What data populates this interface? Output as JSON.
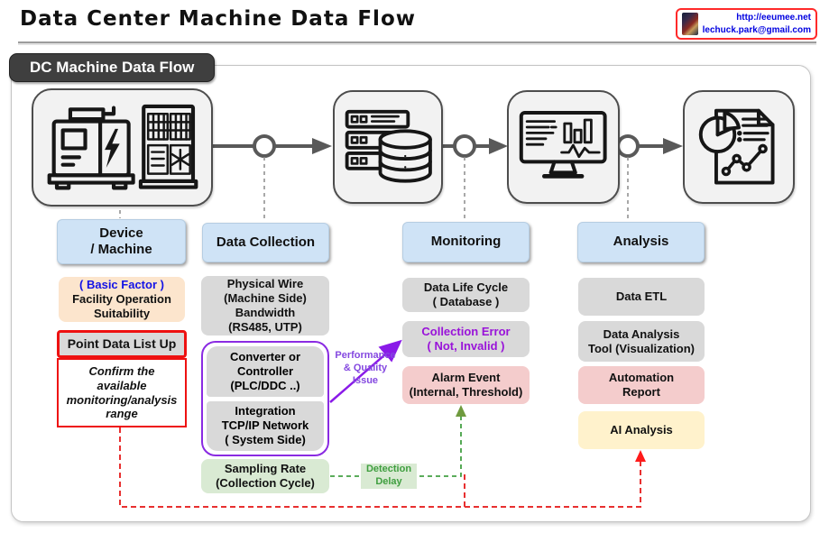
{
  "page": {
    "title": "Data Center Machine Data Flow",
    "badge": "DC Machine Data Flow"
  },
  "contact": {
    "url": "http://eeumee.net",
    "email": "lechuck.park@gmail.com",
    "thumbnail_icon": "portrait-thumbnail"
  },
  "stages": {
    "device": {
      "label": "Device\n/ Machine",
      "icon": "generator-hvac-icon"
    },
    "collection": {
      "label": "Data Collection",
      "icon": "server-database-icon"
    },
    "monitoring": {
      "label": "Monitoring",
      "icon": "monitoring-screen-icon"
    },
    "analysis": {
      "label": "Analysis",
      "icon": "analysis-report-icon"
    }
  },
  "device_column": {
    "basic_factor_title": "( Basic Factor )",
    "basic_factor_body": "Facility Operation\nSuitability",
    "point_data": "Point Data List Up",
    "confirm_note": "Confirm the\navailable\nmonitoring/analysis\nrange"
  },
  "collection_column": {
    "physical_wire": "Physical Wire\n(Machine Side)\nBandwidth\n(RS485, UTP)",
    "converter": "Converter or\nController\n(PLC/DDC ..)",
    "integration": "Integration\nTCP/IP Network\n( System Side)",
    "sampling": "Sampling Rate\n(Collection Cycle)"
  },
  "monitoring_column": {
    "life_cycle": "Data Life Cycle\n( Database )",
    "collection_error": "Collection Error\n( Not, Invalid )",
    "alarm": "Alarm Event\n(Internal, Threshold)"
  },
  "analysis_column": {
    "etl": "Data ETL",
    "tool": "Data Analysis\nTool (Visualization)",
    "automation": "Automation\nReport",
    "ai": "AI Analysis"
  },
  "annotations": {
    "performance": "Performance\n& Quality\nIssue",
    "detection": "Detection\nDelay"
  },
  "colors": {
    "stage_label_bg": "#cfe3f6",
    "gray_box": "#d9d9d9",
    "orange_box": "#fce5cd",
    "green_box": "#d9ead3",
    "pink_box": "#f4cccc",
    "yellow_box": "#fff2cc",
    "red_accent": "#ee1111",
    "purple_accent": "#8a2be2",
    "purple_text": "#9913d9",
    "green_line": "#3f9e3f",
    "connector_gray": "#595959",
    "basic_factor_blue": "#1414e6",
    "contact_blue": "#0000e0"
  }
}
